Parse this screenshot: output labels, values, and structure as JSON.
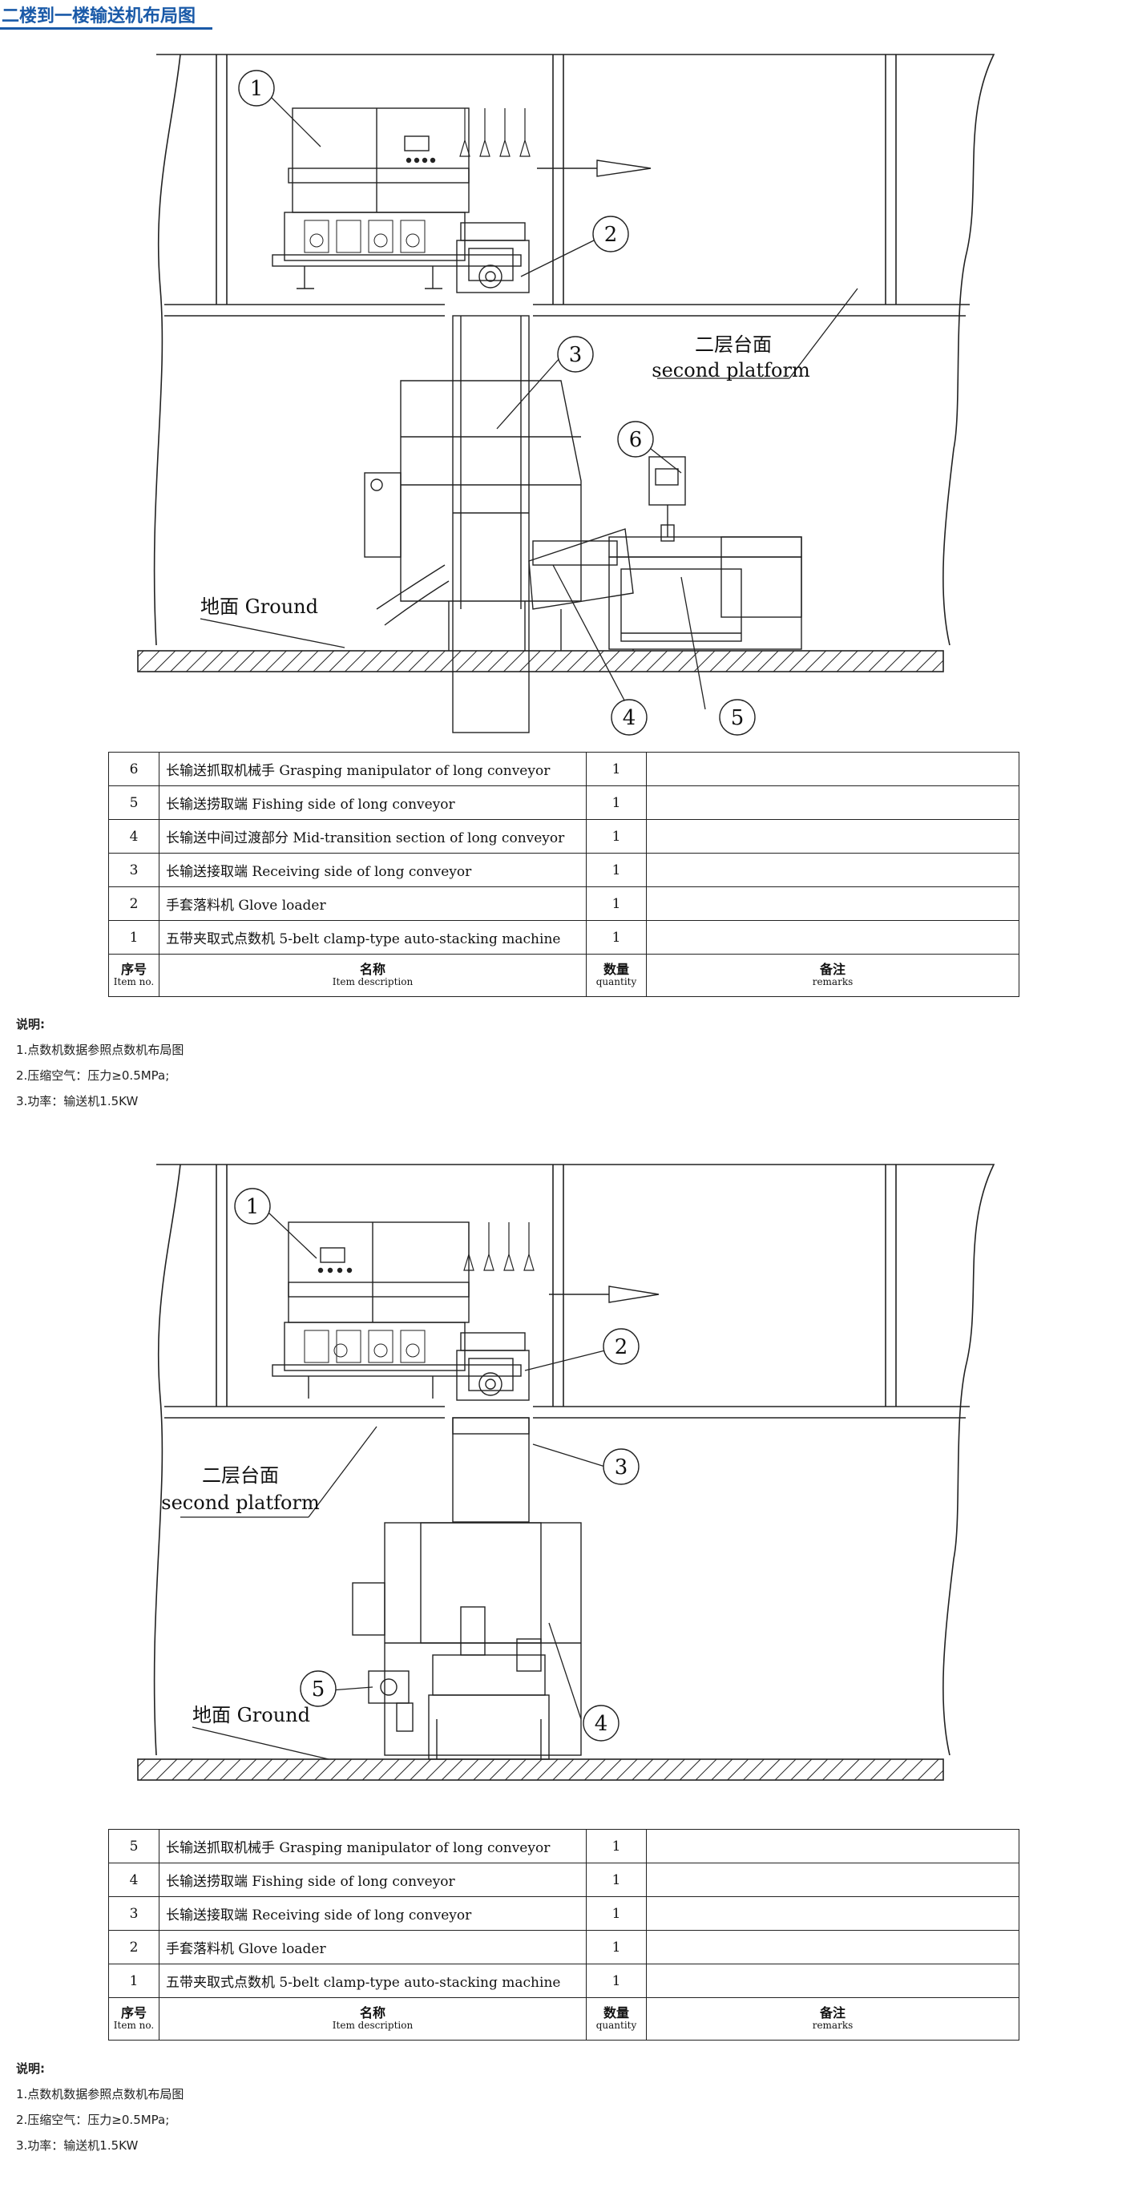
{
  "page": {
    "title": "二楼到一楼输送机布局图"
  },
  "diagram_1": {
    "callouts": [
      "1",
      "2",
      "3",
      "4",
      "5",
      "6"
    ],
    "platform_label_zh": "二层台面",
    "platform_label_en": "second platform",
    "ground_label": "地面 Ground"
  },
  "table_1": {
    "rows": [
      {
        "no": "6",
        "desc": "长输送抓取机械手 Grasping manipulator of long conveyor",
        "qty": "1",
        "remarks": ""
      },
      {
        "no": "5",
        "desc": "长输送捞取端 Fishing side of long conveyor",
        "qty": "1",
        "remarks": ""
      },
      {
        "no": "4",
        "desc": "长输送中间过渡部分 Mid-transition section of long conveyor",
        "qty": "1",
        "remarks": ""
      },
      {
        "no": "3",
        "desc": "长输送接取端 Receiving side of long conveyor",
        "qty": "1",
        "remarks": ""
      },
      {
        "no": "2",
        "desc": "手套落料机 Glove loader",
        "qty": "1",
        "remarks": ""
      },
      {
        "no": "1",
        "desc": "五带夹取式点数机 5-belt clamp-type auto-stacking machine",
        "qty": "1",
        "remarks": ""
      }
    ],
    "header": {
      "no_zh": "序号",
      "no_en": "Item no.",
      "desc_zh": "名称",
      "desc_en": "Item description",
      "qty_zh": "数量",
      "qty_en": "quantity",
      "rem_zh": "备注",
      "rem_en": "remarks"
    }
  },
  "notes_1": {
    "heading": "说明:",
    "lines": [
      "1.点数机数据参照点数机布局图",
      "2.压缩空气：压力≥0.5MPa;",
      "3.功率：输送机1.5KW"
    ]
  },
  "diagram_2": {
    "callouts": [
      "1",
      "2",
      "3",
      "4",
      "5"
    ],
    "platform_label_zh": "二层台面",
    "platform_label_en": "second platform",
    "ground_label": "地面 Ground"
  },
  "table_2": {
    "rows": [
      {
        "no": "5",
        "desc": "长输送抓取机械手 Grasping manipulator of long conveyor",
        "qty": "1",
        "remarks": ""
      },
      {
        "no": "4",
        "desc": "长输送捞取端 Fishing side of long conveyor",
        "qty": "1",
        "remarks": ""
      },
      {
        "no": "3",
        "desc": "长输送接取端 Receiving side of long conveyor",
        "qty": "1",
        "remarks": ""
      },
      {
        "no": "2",
        "desc": "手套落料机 Glove loader",
        "qty": "1",
        "remarks": ""
      },
      {
        "no": "1",
        "desc": "五带夹取式点数机 5-belt clamp-type auto-stacking machine",
        "qty": "1",
        "remarks": ""
      }
    ],
    "header": {
      "no_zh": "序号",
      "no_en": "Item no.",
      "desc_zh": "名称",
      "desc_en": "Item description",
      "qty_zh": "数量",
      "qty_en": "quantity",
      "rem_zh": "备注",
      "rem_en": "remarks"
    }
  },
  "notes_2": {
    "heading": "说明:",
    "lines": [
      "1.点数机数据参照点数机布局图",
      "2.压缩空气：压力≥0.5MPa;",
      "3.功率：输送机1.5KW"
    ]
  }
}
